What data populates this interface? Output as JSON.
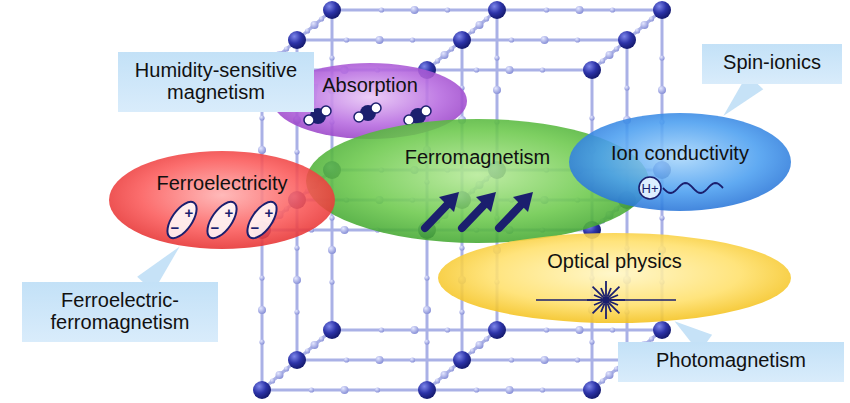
{
  "diagram": {
    "nodes": [
      {
        "text": [
          "Humidity-sensitive magnetism"
        ]
      },
      {
        "text": [
          "Absorption"
        ]
      },
      {
        "text": [
          "Spin-ionics"
        ]
      },
      {
        "text": [
          "Ion conductivity"
        ]
      },
      {
        "text": [
          "Ferromagnetism"
        ]
      },
      {
        "text": [
          "Ferroelectricity"
        ]
      },
      {
        "text": [
          "Optical physics"
        ]
      },
      {
        "text": [
          "Ferroelectric-ferromagnetism"
        ]
      },
      {
        "text": [
          "Photomagnetism"
        ]
      }
    ],
    "edges": [
      {
        "from": 0,
        "to": 1,
        "arrow": "none"
      },
      {
        "from": 2,
        "to": 3,
        "arrow": "none"
      },
      {
        "from": 7,
        "to": 5,
        "arrow": "none"
      },
      {
        "from": 8,
        "to": 6,
        "arrow": "none"
      }
    ],
    "labels": [
      "H+",
      "−",
      "+",
      "−",
      "+",
      "−",
      "+"
    ]
  }
}
